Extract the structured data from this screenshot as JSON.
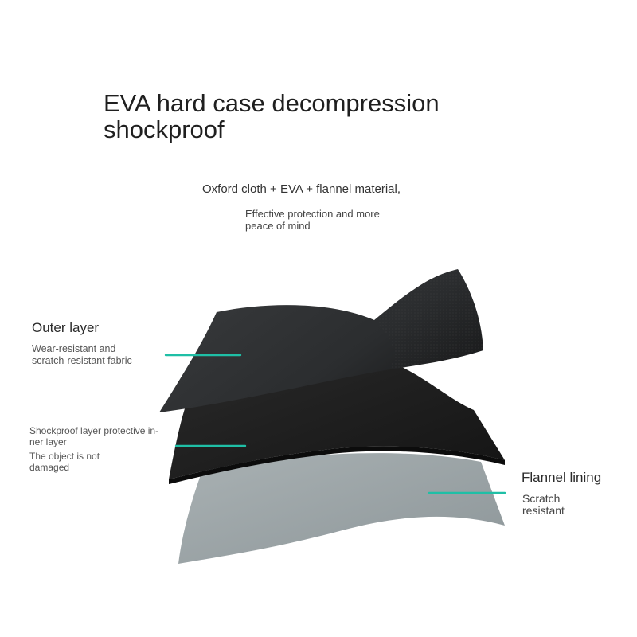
{
  "header": {
    "title_line1": "EVA hard case decompression",
    "title_line2": "shockproof",
    "subtitle": "Oxford cloth + EVA + flannel material,",
    "tagline_line1": "Effective protection and more",
    "tagline_line2": "peace of mind"
  },
  "layers": {
    "outer": {
      "title": "Outer layer",
      "desc_line1": "Wear-resistant and",
      "desc_line2": "scratch-resistant fabric"
    },
    "shockproof": {
      "desc_line1": "Shockproof layer protective in-",
      "desc_line2": "ner layer",
      "note_line1": "The object is not",
      "note_line2": "damaged"
    },
    "flannel": {
      "title": "Flannel lining",
      "desc_line1": "Scratch",
      "desc_line2": "resistant"
    }
  },
  "colors": {
    "accent_line": "#1fbfa6",
    "outer_fabric": "#2f3133",
    "foam_layer": "#1e1e1e",
    "flannel_lining": "#9aa3a6"
  }
}
